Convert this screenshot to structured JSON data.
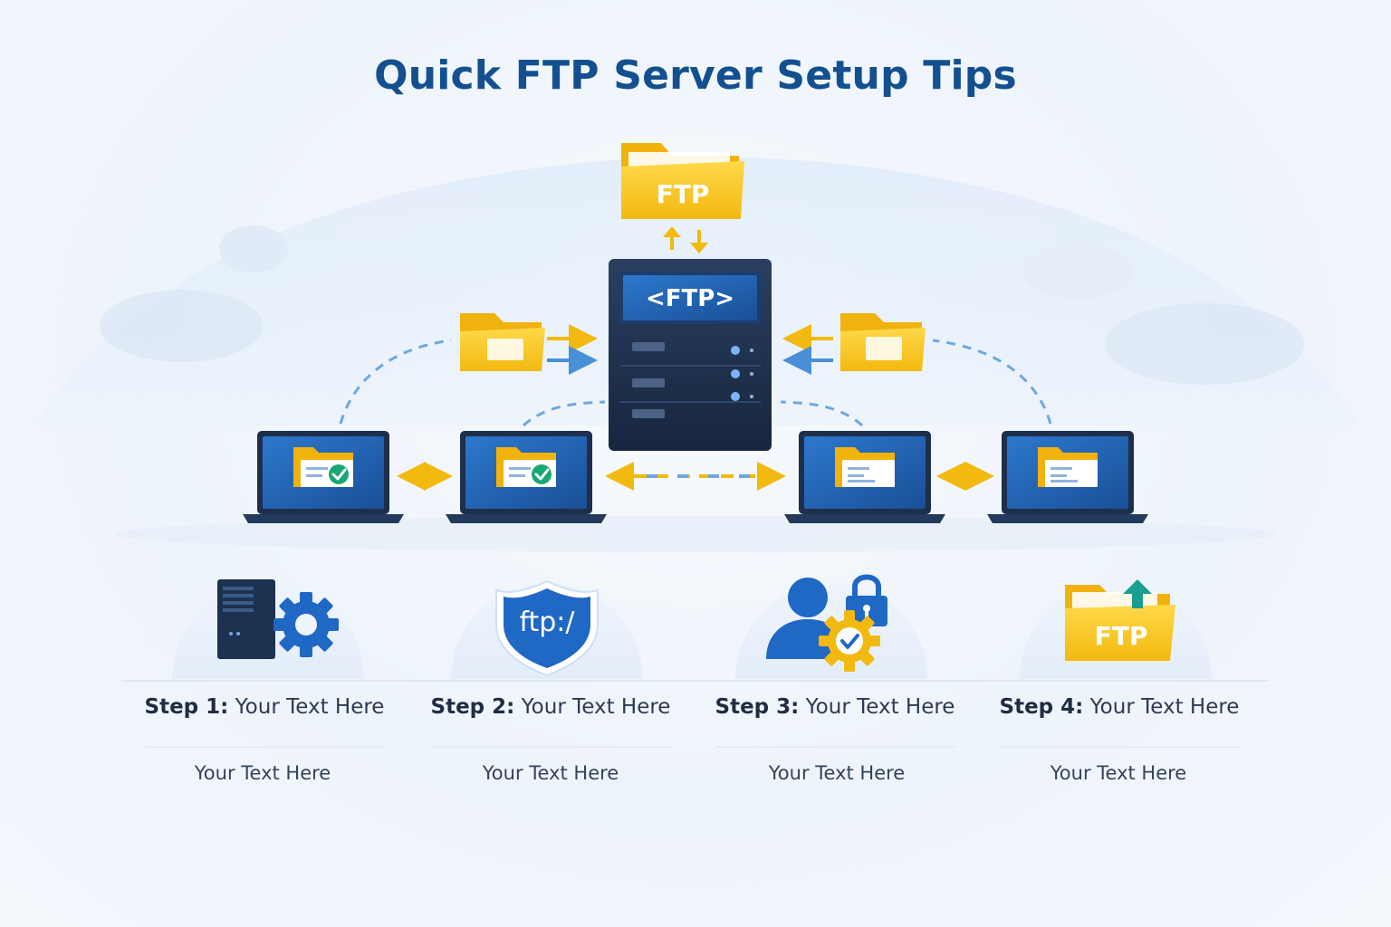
{
  "title": "Quick FTP Server Setup Tips",
  "diagram": {
    "folder_top_label": "FTP",
    "server_label": "<FTP>",
    "folder_bottom_label": "FTP",
    "shield_label": "ftp:/"
  },
  "steps": [
    {
      "prefix": "Step 1:",
      "title": "Your Text Here",
      "desc": "Your Text Here",
      "icon": "server-gear-icon"
    },
    {
      "prefix": "Step 2:",
      "title": "Your Text Here",
      "desc": "Your Text Here",
      "icon": "shield-ftp-icon"
    },
    {
      "prefix": "Step 3:",
      "title": "Your Text Here",
      "desc": "Your Text Here",
      "icon": "user-lock-gear-icon"
    },
    {
      "prefix": "Step 4:",
      "title": "Your Text Here",
      "desc": "Your Text Here",
      "icon": "ftp-folder-upload-icon"
    }
  ],
  "colors": {
    "title": "#14508f",
    "folder": "#f5c518",
    "server": "#1d2f4c",
    "screen": "#1f5fae",
    "arrow_yellow": "#f2b90f",
    "arrow_blue": "#4a90d6"
  }
}
